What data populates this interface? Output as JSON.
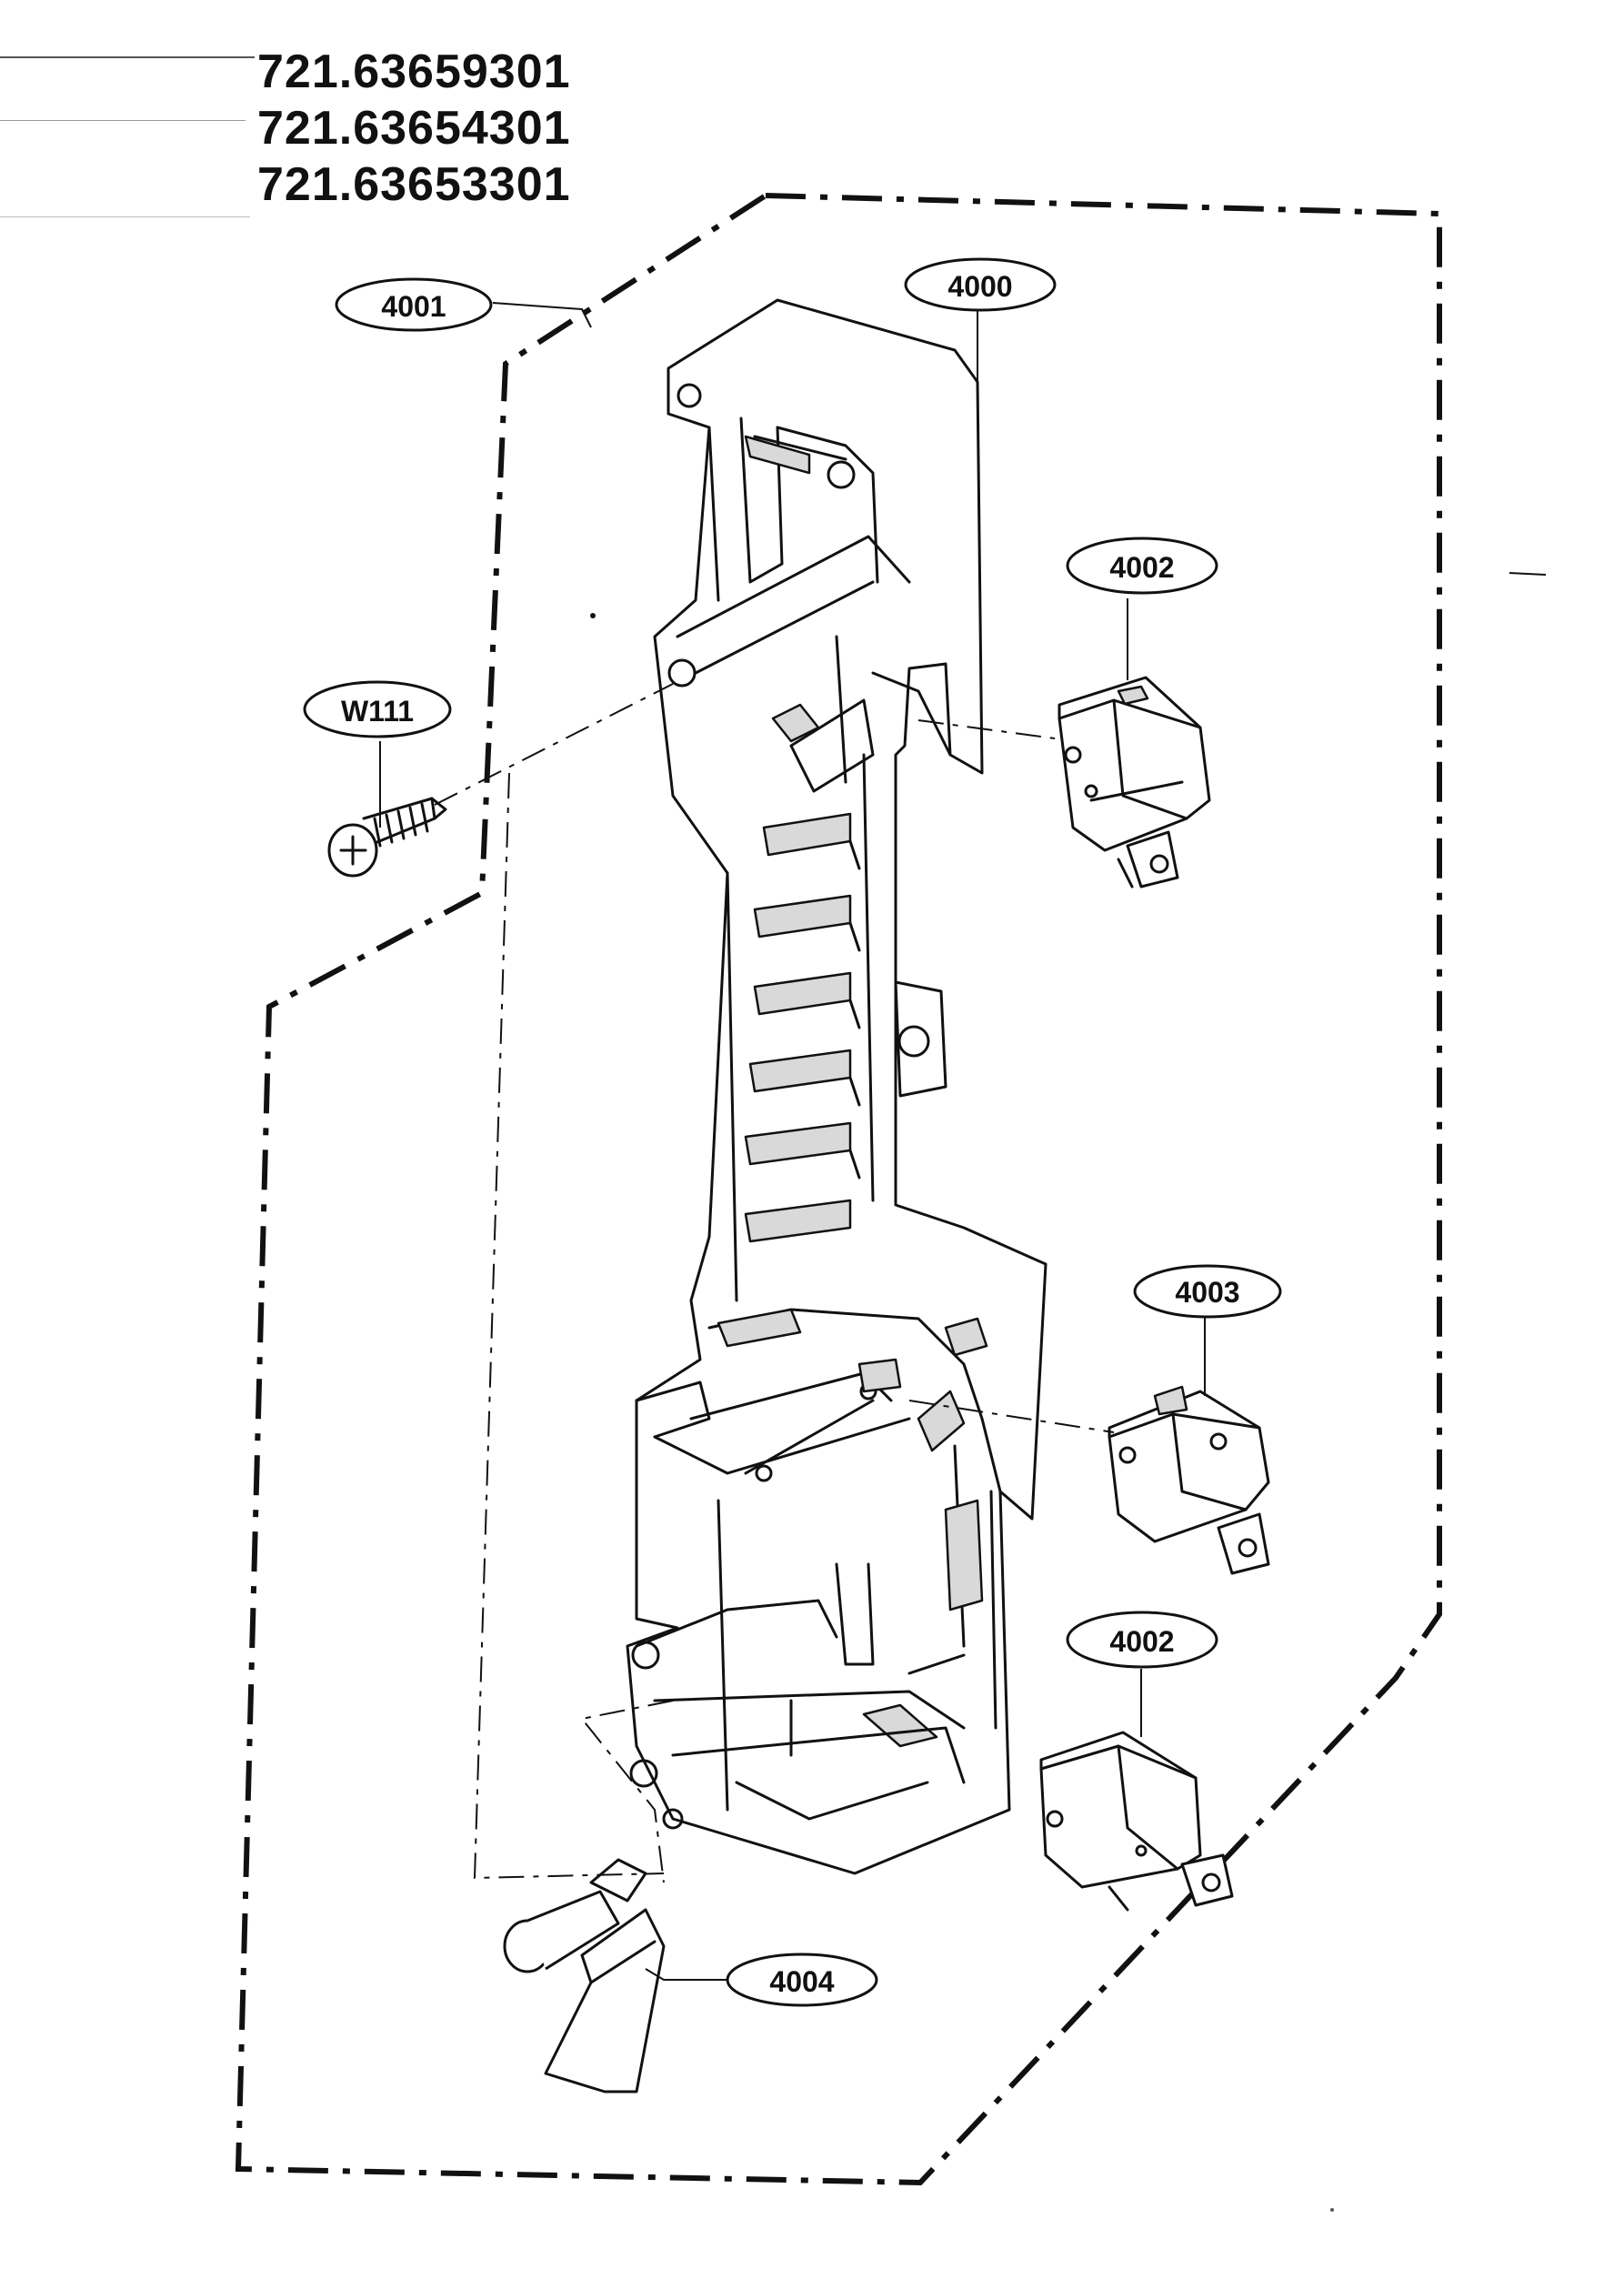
{
  "header": {
    "model_numbers": [
      "721.63659301",
      "721.63654301",
      "721.63653301"
    ]
  },
  "callouts": {
    "assembly": "4001",
    "frame": "4000",
    "switch_upper": "4002",
    "switch_middle": "4003",
    "switch_lower": "4002",
    "lever": "4004",
    "screw": "W111"
  }
}
